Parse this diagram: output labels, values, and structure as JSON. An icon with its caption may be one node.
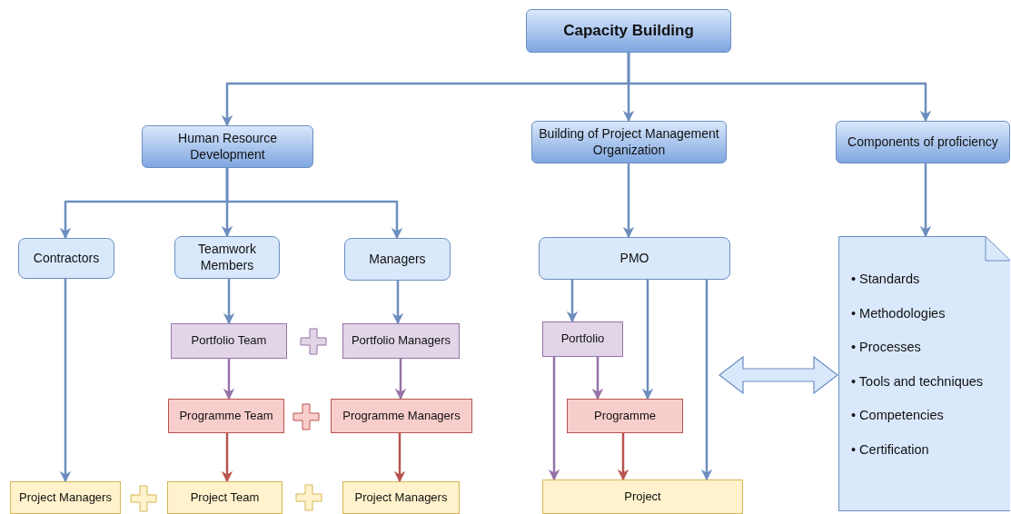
{
  "diagram": {
    "nodes": [
      {
        "text": [
          "Capacity Building"
        ]
      },
      {
        "text": [
          "Human Resource Development"
        ]
      },
      {
        "text": [
          "Building of Project Management Organization"
        ]
      },
      {
        "text": [
          "Components of proficiency"
        ]
      },
      {
        "text": [
          "Contractors"
        ]
      },
      {
        "text": [
          "Teamwork Members"
        ]
      },
      {
        "text": [
          "Managers"
        ]
      },
      {
        "text": [
          "PMO"
        ]
      },
      {
        "text": [
          "• Standards",
          "• Methodologies",
          "• Processes",
          "• Tools and techniques",
          "• Competencies",
          "• Certification"
        ]
      },
      {
        "text": [
          "Portfolio Team"
        ]
      },
      {
        "text": [
          "Portfolio Managers"
        ]
      },
      {
        "text": [
          "Portfolio"
        ]
      },
      {
        "text": [
          "Programme Team"
        ]
      },
      {
        "text": [
          "Programme Managers"
        ]
      },
      {
        "text": [
          "Programme"
        ]
      },
      {
        "text": [
          "Project Managers"
        ]
      },
      {
        "text": [
          "Project Team"
        ]
      },
      {
        "text": [
          "Project Managers"
        ]
      },
      {
        "text": [
          "Project"
        ]
      }
    ],
    "edges": [
      {
        "from": 0,
        "to": 1,
        "arrow": "to"
      },
      {
        "from": 0,
        "to": 2,
        "arrow": "to"
      },
      {
        "from": 0,
        "to": 3,
        "arrow": "to"
      },
      {
        "from": 1,
        "to": 4,
        "arrow": "to"
      },
      {
        "from": 1,
        "to": 5,
        "arrow": "to"
      },
      {
        "from": 1,
        "to": 6,
        "arrow": "to"
      },
      {
        "from": 2,
        "to": 7,
        "arrow": "to"
      },
      {
        "from": 3,
        "to": 8,
        "arrow": "to"
      },
      {
        "from": 4,
        "to": 15,
        "arrow": "to"
      },
      {
        "from": 5,
        "to": 9,
        "arrow": "to"
      },
      {
        "from": 6,
        "to": 10,
        "arrow": "to"
      },
      {
        "from": 9,
        "to": 12,
        "arrow": "to",
        "color": "#9673a6"
      },
      {
        "from": 10,
        "to": 13,
        "arrow": "to",
        "color": "#9673a6"
      },
      {
        "from": 12,
        "to": 16,
        "arrow": "to",
        "color": "#b85450"
      },
      {
        "from": 13,
        "to": 17,
        "arrow": "to",
        "color": "#b85450"
      },
      {
        "from": 7,
        "to": 11,
        "arrow": "to"
      },
      {
        "from": 7,
        "to": 14,
        "arrow": "to"
      },
      {
        "from": 7,
        "to": 18,
        "arrow": "to"
      },
      {
        "from": 11,
        "to": 14,
        "arrow": "to",
        "color": "#9673a6"
      },
      {
        "from": 11,
        "to": 18,
        "arrow": "to",
        "color": "#9673a6"
      },
      {
        "from": 14,
        "to": 18,
        "arrow": "to",
        "color": "#b85450"
      },
      {
        "from": null,
        "to": 8,
        "arrow": "both",
        "style": "thick"
      }
    ]
  }
}
